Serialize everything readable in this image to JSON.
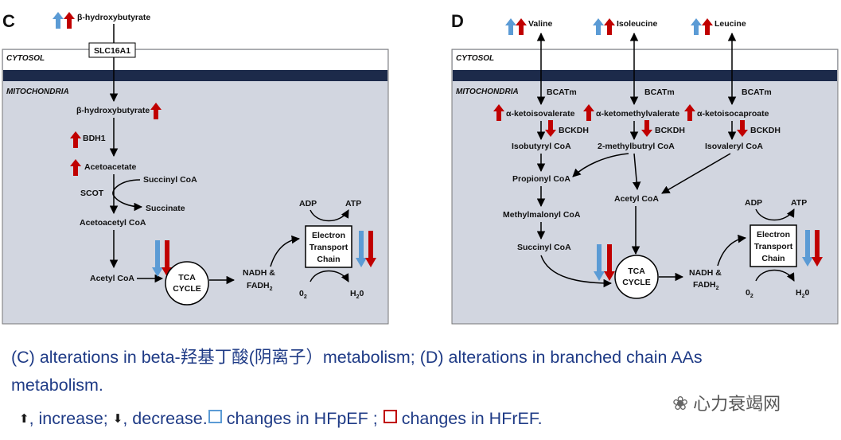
{
  "panel_c": {
    "letter": "C",
    "cytosol": "CYTOSOL",
    "mitochondria": "MITOCHONDRIA",
    "bhb_top": "β-hydroxybutyrate",
    "slc": "SLC16A1",
    "bhb_mito": "β-hydroxybutyrate",
    "bdh1": "BDH1",
    "acetoacetate": "Acetoacetate",
    "succinyl": "Succinyl CoA",
    "scot": "SCOT",
    "succinate": "Succinate",
    "acetoacetyl": "Acetoacetyl CoA",
    "acetyl": "Acetyl CoA",
    "tca1": "TCA",
    "tca2": "CYCLE",
    "nadh1": "NADH &",
    "fadh_base": "FADH",
    "fadh_sub": "2",
    "adp": "ADP",
    "atp": "ATP",
    "etc1": "Electron",
    "etc2": "Transport",
    "etc3": "Chain",
    "o2_base": "0",
    "o2_sub": "2",
    "h2o_a": "H",
    "h2o_sub": "2",
    "h2o_b": "0"
  },
  "panel_d": {
    "letter": "D",
    "cytosol": "CYTOSOL",
    "mitochondria": "MITOCHONDRIA",
    "valine": "Valine",
    "isoleucine": "Isoleucine",
    "leucine": "Leucine",
    "bcatm1": "BCATm",
    "bcatm2": "BCATm",
    "bcatm3": "BCATm",
    "keto1": "α-ketoisovalerate",
    "keto2": "α-ketomethylvalerate",
    "keto3": "α-ketoisocaproate",
    "bckdh1": "BCKDH",
    "bckdh2": "BCKDH",
    "bckdh3": "BCKDH",
    "isobutyryl": "Isobutyryl CoA",
    "methylbutyryl": "2-methylbutryl CoA",
    "isovaleryl": "Isovaleryl CoA",
    "propionyl": "Propionyl CoA",
    "acetyl": "Acetyl CoA",
    "methylmalonyl": "Methylmalonyl CoA",
    "succinyl": "Succinyl CoA",
    "tca1": "TCA",
    "tca2": "CYCLE",
    "nadh1": "NADH &",
    "fadh_base": "FADH",
    "fadh_sub": "2",
    "adp": "ADP",
    "atp": "ATP",
    "etc1": "Electron",
    "etc2": "Transport",
    "etc3": "Chain",
    "o2_base": "0",
    "o2_sub": "2",
    "h2o_a": "H",
    "h2o_sub": "2",
    "h2o_b": "0"
  },
  "caption": {
    "line1": "(C) alterations in beta-羟基丁酸(阴离子）metabolism; (D) alterations in branched chain AAs",
    "line2": "metabolism."
  },
  "legend": {
    "increase": ", increase;",
    "decrease": ", decrease.",
    "hfpef": "changes in HFpEF ;",
    "hfref": "changes in HFrEF."
  },
  "watermark": "心力衰竭网",
  "colors": {
    "panel_bg": "#d2d6e0",
    "band": "#1c2a4a",
    "blue": "#5b9bd5",
    "red": "#c00000",
    "caption": "#1f3b86"
  }
}
